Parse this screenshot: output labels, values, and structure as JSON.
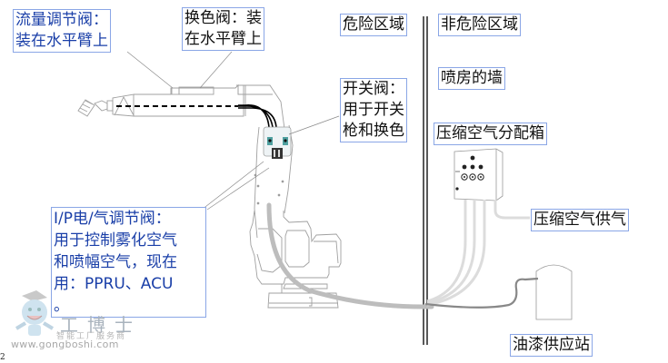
{
  "diagram": {
    "labels": {
      "flow_valve": {
        "lines": [
          "流量调节阀：",
          "装在水平臂上"
        ],
        "color": "#1a3fa8"
      },
      "color_change_valve": {
        "lines": [
          "换色阀：装",
          "在水平臂上"
        ]
      },
      "hazard_zone": {
        "text": "危险区域"
      },
      "non_hazard_zone": {
        "text": "非危险区域"
      },
      "booth_wall": {
        "text": "喷房的墙"
      },
      "on_off_valve": {
        "lines": [
          "开关阀：",
          "用于开关",
          "枪和换色"
        ]
      },
      "air_distribution_box": {
        "text": "压缩空气分配箱"
      },
      "air_supply": {
        "text": "压缩空气供气"
      },
      "ip_regulator": {
        "lines": [
          "I/P电/气调节阀：",
          "用于控制雾化空气",
          "和喷幅空气，现在",
          "用：PPRU、ACU",
          "。"
        ],
        "color": "#1a3fa8"
      },
      "paint_supply_station": {
        "text": "油漆供应站"
      }
    },
    "watermark": {
      "name": "工博士",
      "tagline": "智能工厂服务商",
      "url": "www.gongboshi.com"
    },
    "corner_mark": "2",
    "colors": {
      "label_border": "#8aa6e6",
      "blue_text": "#1a3fa8",
      "hose_gray": "#bdbdbd",
      "hose_light": "#dcdcdc",
      "outline": "#9a9a9a",
      "wall": "#000000"
    }
  }
}
